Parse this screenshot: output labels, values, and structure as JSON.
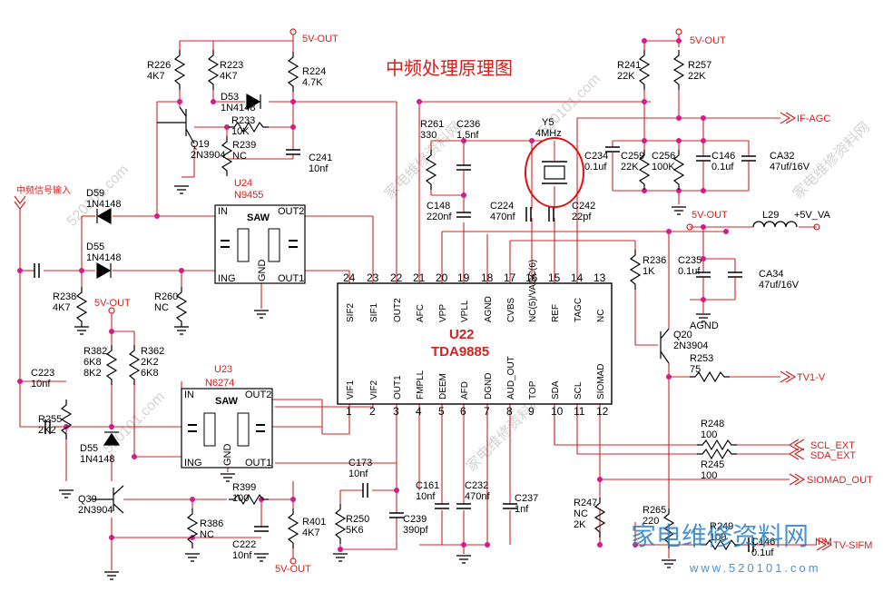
{
  "title": "中频处理原理图",
  "chip": {
    "ref": "U22",
    "part": "TDA9885"
  },
  "pins_top": [
    {
      "num": "24",
      "name": "SIF2"
    },
    {
      "num": "23",
      "name": "SIF1"
    },
    {
      "num": "22",
      "name": "OUT2"
    },
    {
      "num": "21",
      "name": "AFC"
    },
    {
      "num": "20",
      "name": "VPP"
    },
    {
      "num": "19",
      "name": "VPLL"
    },
    {
      "num": "18",
      "name": "AGND"
    },
    {
      "num": "17",
      "name": "CVBS"
    },
    {
      "num": "16",
      "name": "NC(5)/VAGC(6)"
    },
    {
      "num": "15",
      "name": "REF"
    },
    {
      "num": "14",
      "name": "TAGC"
    },
    {
      "num": "13",
      "name": "NC"
    }
  ],
  "pins_bottom": [
    {
      "num": "1",
      "name": "VIF1"
    },
    {
      "num": "2",
      "name": "VIF2"
    },
    {
      "num": "3",
      "name": "OUT1"
    },
    {
      "num": "4",
      "name": "FMPLL"
    },
    {
      "num": "5",
      "name": "DEEM"
    },
    {
      "num": "6",
      "name": "AFD"
    },
    {
      "num": "7",
      "name": "DGND"
    },
    {
      "num": "8",
      "name": "AUD_OUT"
    },
    {
      "num": "9",
      "name": "TOP"
    },
    {
      "num": "10",
      "name": "SDA"
    },
    {
      "num": "11",
      "name": "SCL"
    },
    {
      "num": "12",
      "name": "SIOMAD"
    }
  ],
  "filters": [
    {
      "ref": "U24",
      "part": "N9455",
      "type": "SAW",
      "pins": [
        "IN",
        "OUT2",
        "ING",
        "GND",
        "OUT1"
      ]
    },
    {
      "ref": "U23",
      "part": "N6274",
      "type": "SAW",
      "pins": [
        "IN",
        "OUT2",
        "ING",
        "GND",
        "OUT1"
      ]
    }
  ],
  "signals": {
    "input": "中频信号输入",
    "if_agc": "IF-AGC",
    "tv1_v": "TV1-V",
    "scl_ext": "SCL_EXT",
    "sda_ext": "SDA_EXT",
    "siomad_out": "SIOMAD_OUT",
    "tv_sifm": "TV-SIFM",
    "ifm": "IFM",
    "vcc_va": "+5V_VA"
  },
  "power": {
    "v5_out": "5V-OUT",
    "v5_out_lower": "5V_OUT"
  },
  "agnd": "AGND",
  "crystal": {
    "ref": "Y5",
    "value": "4MHz"
  },
  "components": {
    "R226": [
      "R226",
      "4K7"
    ],
    "R223": [
      "R223",
      "4K7"
    ],
    "R224": [
      "R224",
      "4.7K"
    ],
    "D53": [
      "D53",
      "1N4148"
    ],
    "R233": [
      "R233",
      "10K"
    ],
    "Q19": [
      "Q19",
      "2N3904"
    ],
    "R239": [
      "R239",
      "NC"
    ],
    "C241": [
      "C241",
      "10nf"
    ],
    "D59": [
      "D59",
      "1N4148"
    ],
    "D55a": [
      "D55",
      "1N4148"
    ],
    "R238": [
      "R238",
      "4K7"
    ],
    "R260": [
      "R260",
      "NC"
    ],
    "R382": [
      "R382",
      "6K8",
      "8K2"
    ],
    "R362": [
      "R362",
      "2K2",
      "6K8"
    ],
    "C223": [
      "C223",
      "10nf"
    ],
    "R255": [
      "R255",
      "2K2"
    ],
    "D55b": [
      "D55",
      "1N4148"
    ],
    "Q39": [
      "Q39",
      "2N3904"
    ],
    "R386": [
      "R386",
      "NC"
    ],
    "R399": [
      "R399",
      "100"
    ],
    "C222": [
      "C222",
      "10nf"
    ],
    "R401": [
      "R401",
      "4K7"
    ],
    "C173": [
      "C173",
      "10nf"
    ],
    "R250": [
      "R250",
      "5K6"
    ],
    "C239": [
      "C239",
      "390pf"
    ],
    "C161": [
      "C161",
      "10nf"
    ],
    "C232": [
      "C232",
      "470nf"
    ],
    "C237": [
      "C237",
      "1nf"
    ],
    "R261": [
      "R261",
      "330"
    ],
    "C236": [
      "C236",
      "1.5nf"
    ],
    "C148": [
      "C148",
      "220nf"
    ],
    "C224": [
      "C224",
      "470nf"
    ],
    "C242": [
      "C242",
      "22pf"
    ],
    "R241": [
      "R241",
      "22K"
    ],
    "R257": [
      "R257",
      "22K"
    ],
    "C234": [
      "C234",
      "0.1uf"
    ],
    "C259": [
      "C259",
      "22K"
    ],
    "C256": [
      "C256",
      "100K"
    ],
    "C146a": [
      "C146",
      "0.1uf"
    ],
    "CA32": [
      "CA32",
      "47uf/16V"
    ],
    "L29": [
      "L29"
    ],
    "C235": [
      "C235",
      "0.1uf"
    ],
    "CA34": [
      "CA34",
      "47uf/16V"
    ],
    "R236": [
      "R236",
      "1K"
    ],
    "Q20": [
      "Q20",
      "2N3904"
    ],
    "R253": [
      "R253",
      "75"
    ],
    "R248": [
      "R248",
      "100"
    ],
    "R245": [
      "R245",
      "100"
    ],
    "R247": [
      "R247",
      "NC",
      "2K"
    ],
    "R265": [
      "R265",
      "220"
    ],
    "R249": [
      "R249",
      "100"
    ],
    "C146b": [
      "C146",
      "0.1uf"
    ]
  },
  "watermark": {
    "site": "520101.com",
    "cn": "家电维修资料网",
    "url": "www.520101.com"
  },
  "colors": {
    "wire": "#d6201e",
    "component": "#000000",
    "junction": "#d61a8c",
    "highlight": "#e01010",
    "watermark": "#c8c8c8"
  }
}
